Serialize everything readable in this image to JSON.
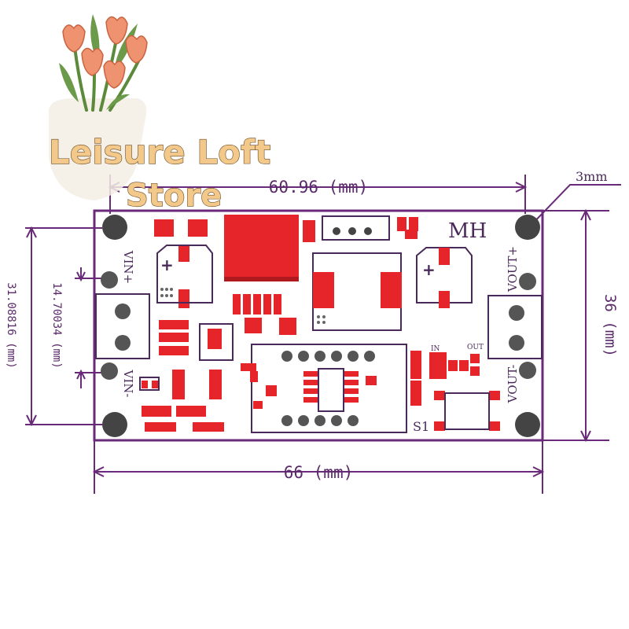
{
  "logo": {
    "line1": "Leisure Loft",
    "line2": "Store"
  },
  "dimensions": {
    "top_width": "60.96 (mm)",
    "hole_size": "3mm",
    "right_height": "36 (mm)",
    "left_height": "31.08816 (mm)",
    "left_inner": "14.70034 (mm)",
    "bottom_width": "66 (mm)"
  },
  "board_labels": {
    "brand": "MH",
    "vin_plus": "VIN+",
    "vin_minus": "VIN-",
    "vout_plus": "VOUT+",
    "vout_minus": "VOUT-",
    "switch": "S1",
    "led_in": "IN",
    "led_out": "OUT"
  },
  "colors": {
    "outline": "#6a2a7a",
    "pad": "#e5252a",
    "silkscreen": "#4a2a5a",
    "dimension": "#5a2a6a"
  }
}
